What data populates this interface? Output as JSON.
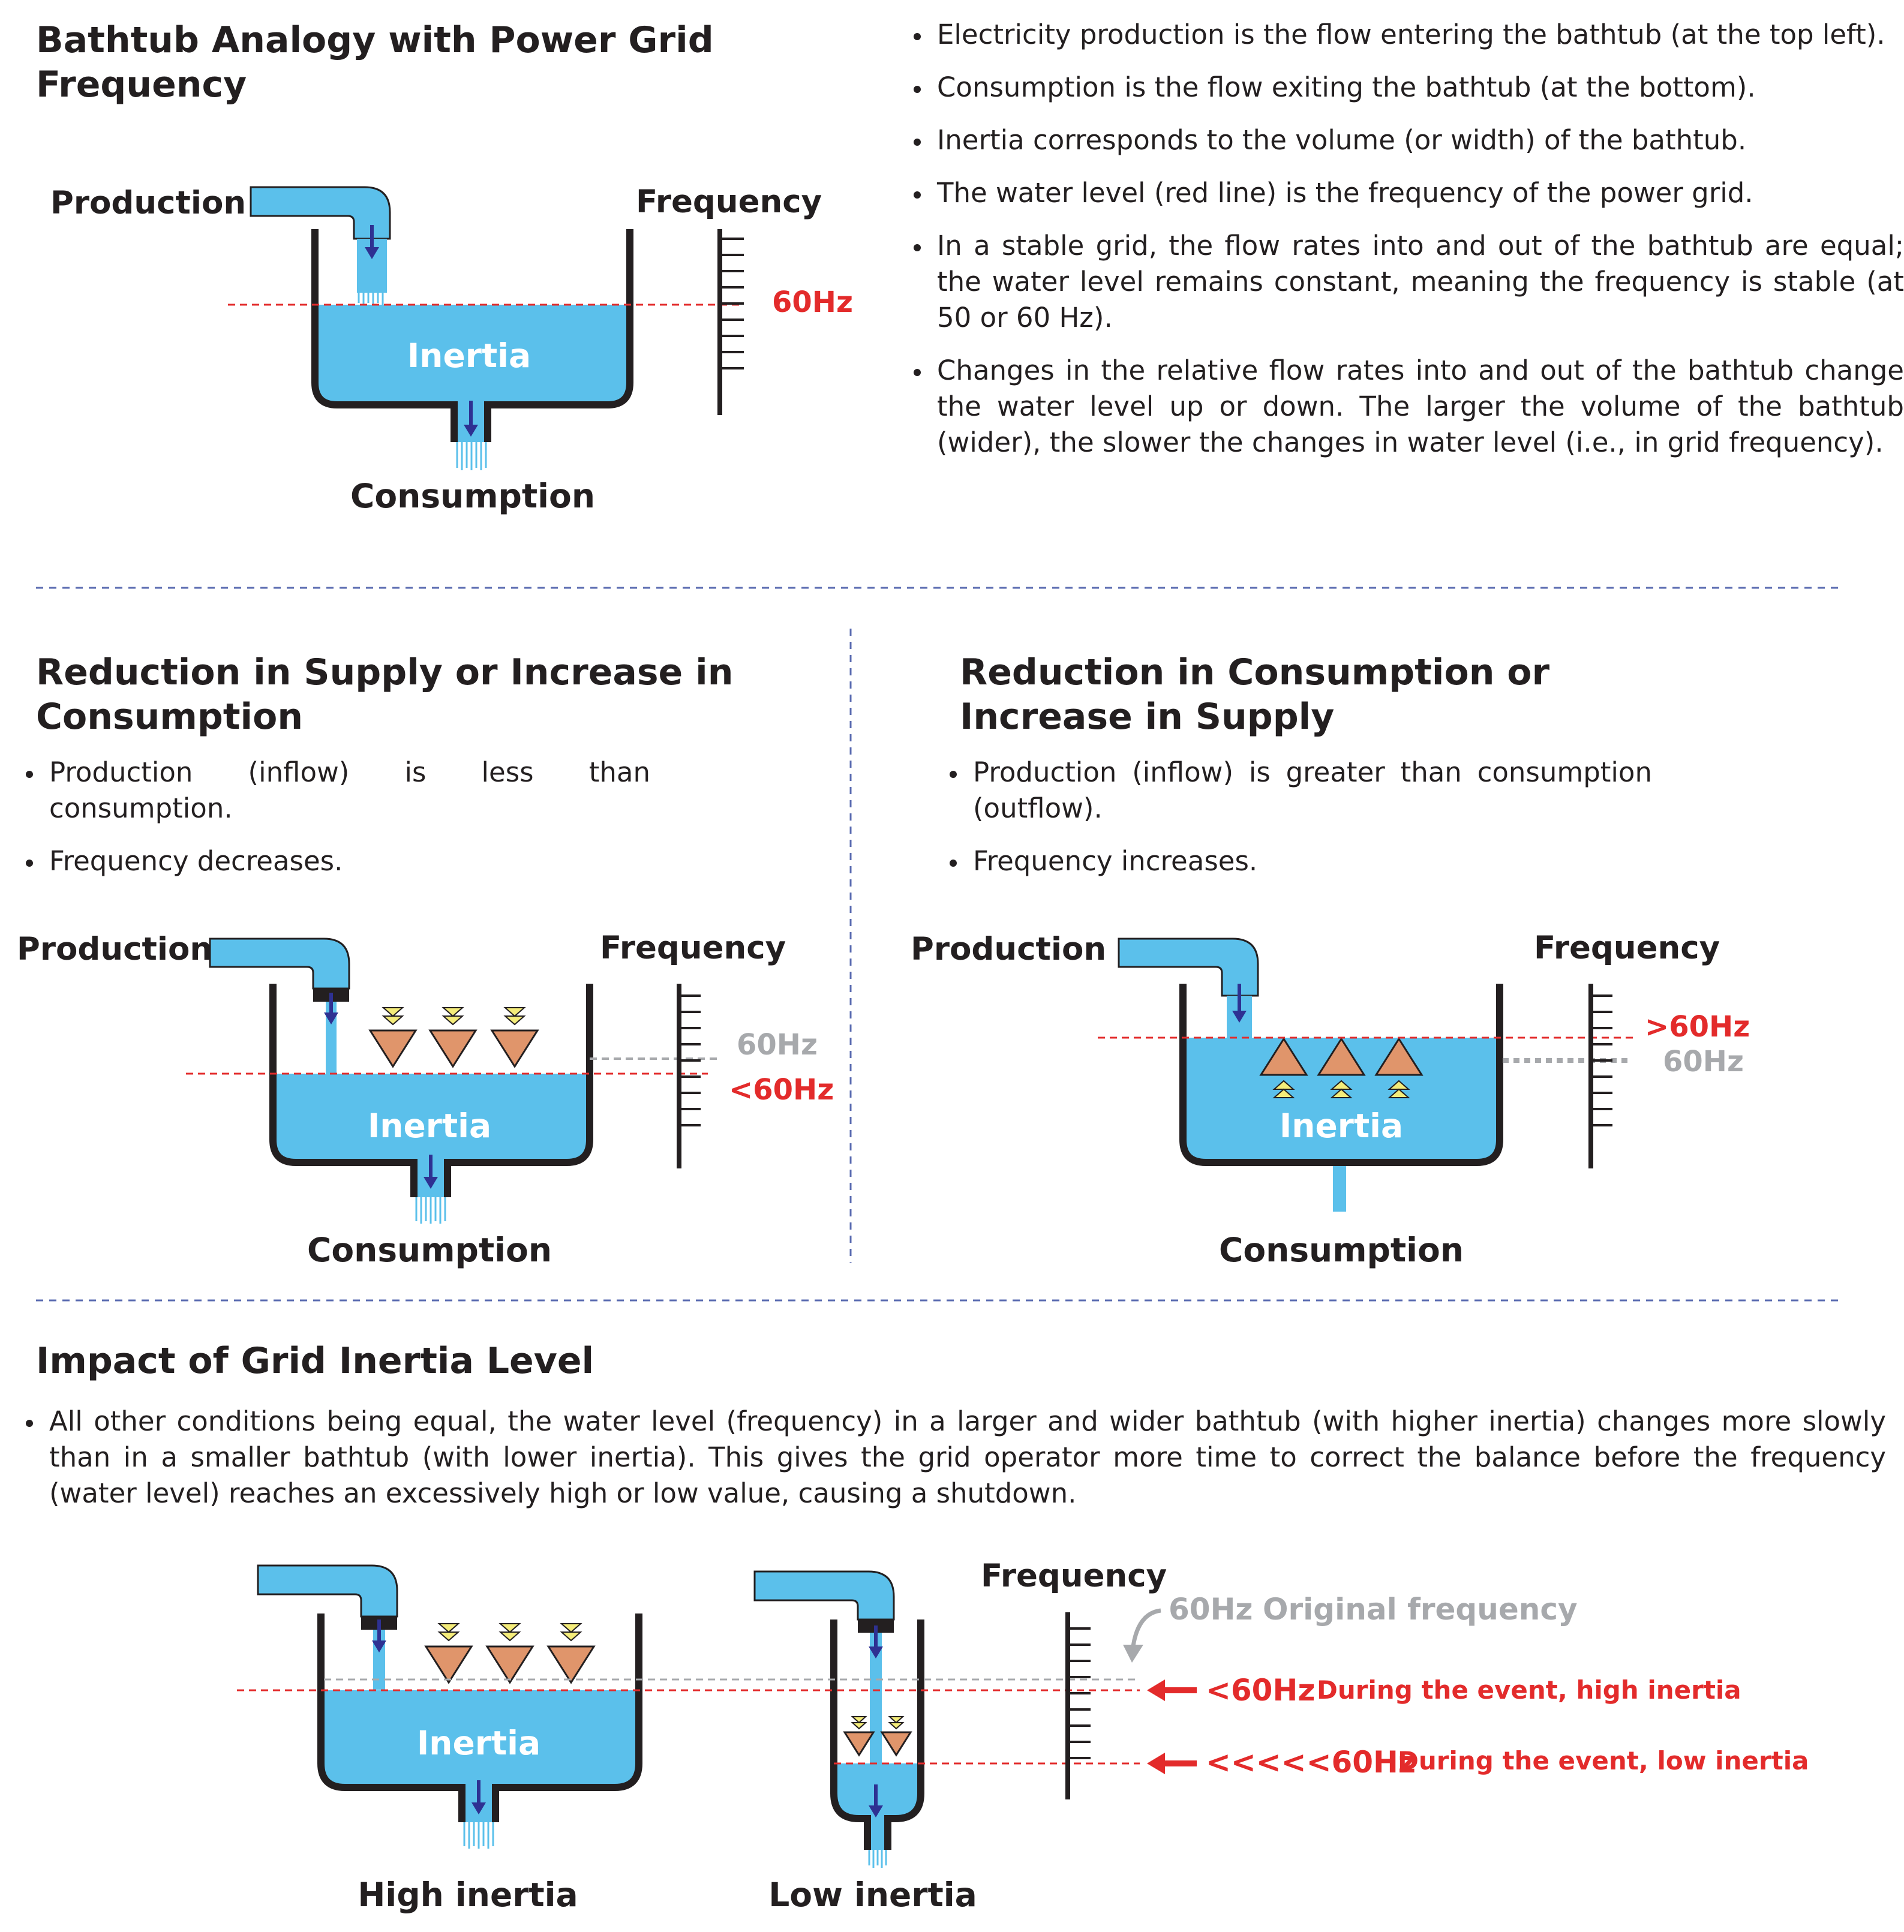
{
  "top": {
    "title_line1": "Bathtub Analogy with Power Grid",
    "title_line2": "Frequency",
    "labels": {
      "production": "Production",
      "frequency": "Frequency",
      "hz": "60Hz",
      "inertia": "Inertia",
      "consumption": "Consumption"
    },
    "bullets": [
      "Electricity production is the flow entering the bathtub (at the top left).",
      "Consumption is the flow exiting the bathtub (at the bottom).",
      "Inertia corresponds to the volume (or width) of the bathtub.",
      "The water level (red line) is the frequency of the power grid.",
      "In a stable grid, the flow rates into and out of the bathtub are equal; the water level remains constant, meaning the frequency is stable (at 50 or 60 Hz).",
      "Changes in the relative flow rates into and out of the bathtub change the water level up or down. The larger the volume of the bathtub (wider), the slower the changes in water level (i.e., in grid frequency)."
    ]
  },
  "left_panel": {
    "title_line1": "Reduction in Supply or Increase in",
    "title_line2": "Consumption",
    "bullets": [
      "Production (inflow) is less than consumption.",
      "Frequency decreases."
    ],
    "labels": {
      "production": "Production",
      "frequency": "Frequency",
      "hz_original": "60Hz",
      "hz_event": "<60Hz",
      "inertia": "Inertia",
      "consumption": "Consumption"
    }
  },
  "right_panel": {
    "title_line1": "Reduction in Consumption or",
    "title_line2": "Increase in Supply",
    "bullets": [
      "Production (inflow) is greater than consumption (outflow).",
      "Frequency increases."
    ],
    "labels": {
      "production": "Production",
      "frequency": "Frequency",
      "hz_event": ">60Hz",
      "hz_original": "60Hz",
      "inertia": "Inertia",
      "consumption": "Consumption"
    }
  },
  "bottom": {
    "title": "Impact of Grid Inertia Level",
    "bullets": [
      "All other conditions being equal, the water level (frequency) in a larger and wider bathtub (with higher inertia) changes more slowly than in a smaller bathtub (with lower inertia). This gives the grid operator more time to correct the balance before the frequency (water level) reaches an excessively high or low value, causing a shutdown."
    ],
    "labels": {
      "frequency": "Frequency",
      "original_hz": "60Hz",
      "original_text": "Original frequency",
      "high_hz": "<60Hz",
      "high_text": "During the event, high inertia",
      "low_hz": "<<<<<60Hz",
      "low_text": "During the event, low inertia",
      "inertia": "Inertia",
      "high_caption": "High inertia",
      "low_caption": "Low inertia"
    }
  },
  "colors": {
    "water": "#5bc0eb",
    "outline": "#231f20",
    "red": "#e32b2b",
    "gray": "#a7a9ac",
    "divider": "#5a6bb0",
    "arrow": "#2e3192",
    "triangle": "#e0956b",
    "chevron": "#f4ec7a"
  }
}
